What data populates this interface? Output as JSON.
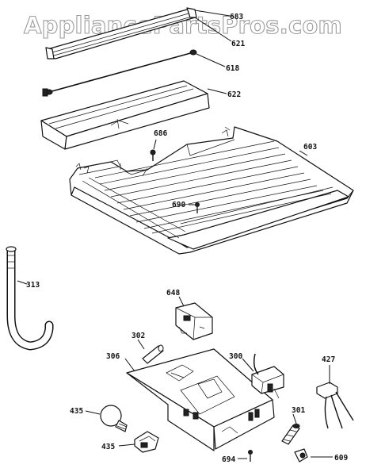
{
  "watermark": "AppliancePartsPros.com",
  "callouts": {
    "p683": "683",
    "p621": "621",
    "p618": "618",
    "p622": "622",
    "p686": "686",
    "p603": "603",
    "p690": "690",
    "p313": "313",
    "p648": "648",
    "p302": "302",
    "p306": "306",
    "p300": "300",
    "p427": "427",
    "p435a": "435",
    "p301": "301",
    "p435b": "435",
    "p694": "694",
    "p609": "609"
  }
}
